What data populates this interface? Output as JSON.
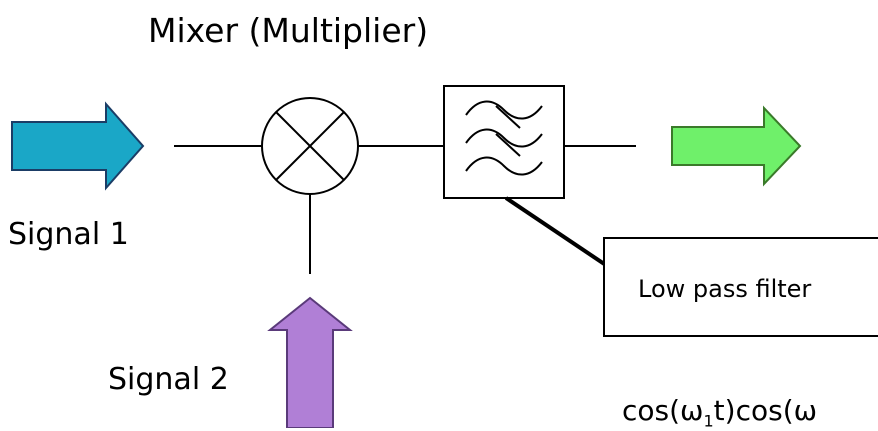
{
  "diagram": {
    "title": "Mixer (Multiplier)",
    "signal1_label": "Signal 1",
    "signal2_label": "Signal 2",
    "filter_label": "Low pass filter",
    "formula_prefix": "cos(ω",
    "formula_sub1": "1",
    "formula_mid": "t)cos(ω"
  },
  "colors": {
    "signal1_arrow": "#1aa7c7",
    "signal2_arrow": "#b07fd6",
    "output_arrow": "#6ff06a",
    "line": "#000000"
  },
  "icons": [
    "mixer-multiply-icon",
    "low-pass-filter-icon"
  ]
}
